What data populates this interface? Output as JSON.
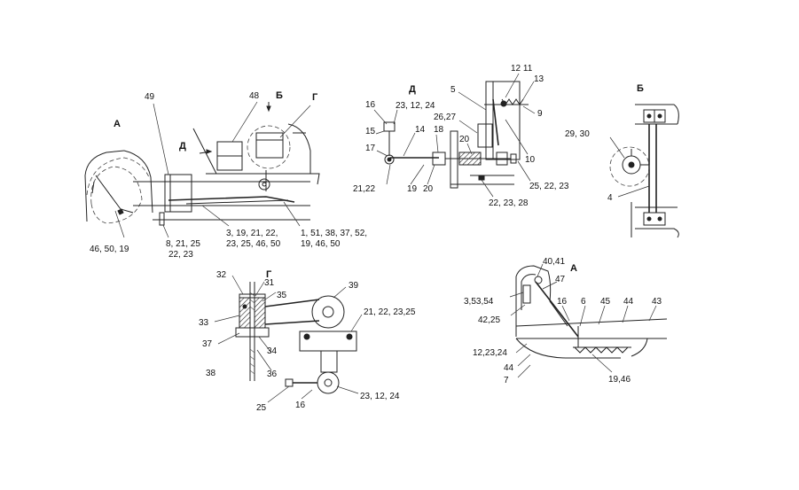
{
  "views": {
    "main": {
      "labels": [
        "А",
        "49",
        "Д",
        "48",
        "Б",
        "Г",
        "46, 50, 19",
        "8, 21, 25",
        "22, 23",
        "3, 19, 21, 22,",
        "23, 25, 46, 50",
        "1, 51, 38, 37, 52,",
        "19, 46, 50"
      ]
    },
    "d": {
      "title": "Д",
      "labels": [
        "16",
        "23, 12, 24",
        "15",
        "17",
        "14",
        "18",
        "26,27",
        "20",
        "5",
        "12 11",
        "13",
        "9",
        "10",
        "21,22",
        "19",
        "20",
        "25, 22, 23",
        "22, 23, 28"
      ]
    },
    "b": {
      "title": "Б",
      "labels": [
        "29, 30",
        "4"
      ]
    },
    "g": {
      "title": "Г",
      "labels": [
        "32",
        "31",
        "35",
        "39",
        "33",
        "21, 22, 23,25",
        "37",
        "34",
        "38",
        "36",
        "25",
        "16",
        "23, 12, 24"
      ]
    },
    "a": {
      "title": "А",
      "labels": [
        "40,41",
        "47",
        "3,53,54",
        "16",
        "6",
        "45",
        "44",
        "43",
        "42,25",
        "12,23,24",
        "44",
        "7",
        "19,46"
      ]
    }
  }
}
